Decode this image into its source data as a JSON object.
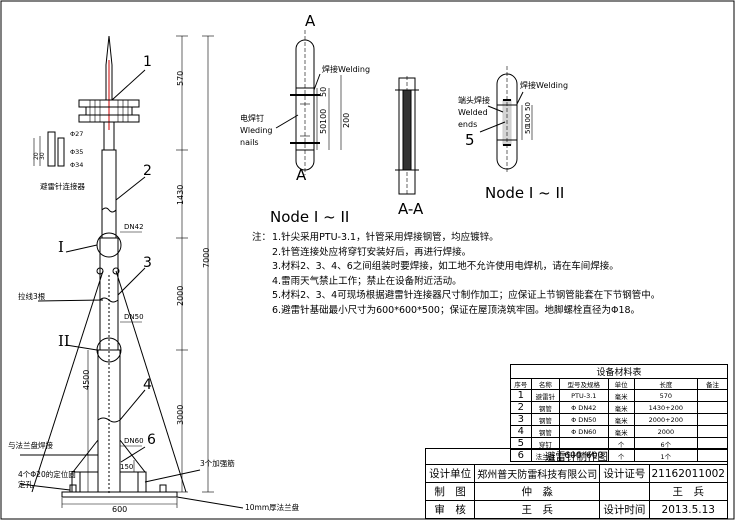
{
  "mast": {
    "dimensions_mm": {
      "tip_section": "570",
      "section_2": "1430",
      "section_3": "2000",
      "section_4": "3000",
      "total_height": "7000",
      "lower_total": "4500",
      "base_width": "600",
      "plate_height": "150",
      "connector_offset": "20",
      "connector_width": "30"
    },
    "pipe_labels": [
      "DN42",
      "DN50",
      "DN60"
    ],
    "connector_dims": [
      "Φ27",
      "Φ35",
      "Φ34"
    ],
    "part_numbers": [
      "1",
      "2",
      "3",
      "4",
      "6"
    ],
    "node_marks": [
      "I",
      "II"
    ],
    "labels": {
      "connector": "避雷针连接器",
      "guy_wire": "拉线3根",
      "flange_weld": "与法兰盘焊接",
      "anchor_bolts": "4个Φ20的定位固定孔",
      "stiffener": "3个加强筋",
      "base_plate": "10mm厚法兰盘"
    }
  },
  "section_aa": {
    "letter_top": "A",
    "letter_bottom": "A",
    "weld_label": "焊接Welding",
    "nail_label_cn": "电焊钉",
    "nail_label_en1": "Wleding",
    "nail_label_en2": "nails",
    "dims": [
      "50",
      "100",
      "50",
      "200"
    ],
    "node_caption": "Node I ~ II",
    "section_caption": "A-A"
  },
  "end_weld": {
    "weld_label": "焊接Welding",
    "end_label_cn": "端头焊接",
    "end_label_en1": "Welded",
    "end_label_en2": "ends",
    "dims": [
      "50",
      "100",
      "50"
    ],
    "part_number": "5",
    "node_caption": "Node I ~ II"
  },
  "notes": {
    "lead": "注：",
    "lines": [
      "1.针尖采用PTU-3.1，针管采用焊接钢管，均应镀锌。",
      "2.针管连接处应将穿钉安装好后，再进行焊接。",
      "3.材料2、3、4、6之间组装时要焊接，如工地不允许使用电焊机，请在车间焊接。",
      "4.雷雨天气禁止工作；禁止在设备附近活动。",
      "5.材料2、3、4可现场根据避雷针连接器尺寸制作加工；应保证上节钢管能套在下节钢管中。",
      "6.避雷针基础最小尺寸为600*600*500；保证在屋顶浇筑牢固。地脚螺栓直径为Φ18。"
    ]
  },
  "bom": {
    "title": "设备材料表",
    "headers": [
      "序号",
      "名称",
      "型号及规格",
      "单位",
      "长度",
      "备注"
    ],
    "rows": [
      [
        "1",
        "避雷针",
        "PTU-3.1",
        "毫米",
        "570",
        ""
      ],
      [
        "2",
        "钢管",
        "Φ DN42",
        "毫米",
        "1430+200",
        ""
      ],
      [
        "3",
        "钢管",
        "Φ DN50",
        "毫米",
        "2000+200",
        ""
      ],
      [
        "4",
        "钢管",
        "Φ DN60",
        "毫米",
        "2000",
        ""
      ],
      [
        "5",
        "穿钉",
        "",
        "个",
        "6个",
        ""
      ],
      [
        "6",
        "法兰盘",
        "600*600",
        "个",
        "1个",
        ""
      ]
    ]
  },
  "title_block": {
    "title": "避雷针制作图",
    "design_unit_label": "设计单位",
    "design_unit": "郑州普天防雷科技有限公司",
    "cert_label": "设计证号",
    "cert_no": "21162011002",
    "drawn_label": "制　图",
    "drawn_by": "仲　淼",
    "drawn_by_2": "王　兵",
    "check_label": "审　核",
    "checked_by": "王　兵",
    "date_label": "设计时间",
    "date": "2013.5.13"
  }
}
